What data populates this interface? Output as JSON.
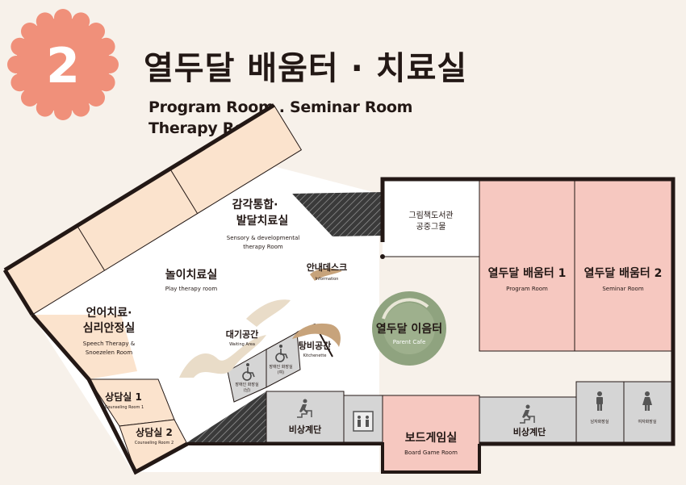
{
  "header": {
    "floor_number": "2",
    "title": "열두달 배움터 · 치료실",
    "subtitle_line1": "Program Room . Seminar Room",
    "subtitle_line2": "Therapy Room"
  },
  "rooms": {
    "sensory_kr_1": "감각통합·",
    "sensory_kr_2": "발달치료실",
    "sensory_en_1": "Sensory & developmental",
    "sensory_en_2": "therapy Room",
    "play_kr": "놀이치료실",
    "play_en": "Play therapy room",
    "speech_kr_1": "언어치료·",
    "speech_kr_2": "심리안정실",
    "speech_en_1": "Speech Therapy &",
    "speech_en_2": "Snoezelen Room",
    "counsel1_kr": "상담실 1",
    "counsel1_en": "Counseling Room 1",
    "counsel2_kr": "상담실 2",
    "counsel2_en": "Counseling Room 2",
    "info_kr": "안내데스크",
    "info_en": "Information",
    "waiting_kr": "대기공간",
    "waiting_en": "Waiting Area",
    "kitchen_kr": "탕비공간",
    "kitchen_en": "Kitchenette",
    "toilet_a_1": "장애인 화장실",
    "toilet_a_2": "(남)",
    "toilet_b_1": "장애인 화장실",
    "toilet_b_2": "(여)",
    "stairs_left": "비상계단",
    "stairs_right": "비상계단",
    "board_kr": "보드게임실",
    "board_en": "Board Game Room",
    "library_1": "그림책도서관",
    "library_2": "공중그물",
    "cafe_kr": "열두달 이음터",
    "cafe_en": "Parent Cafe",
    "prog1_kr": "열두달 배움터 1",
    "prog1_en": "Program Room",
    "prog2_kr": "열두달 배움터 2",
    "prog2_en": "Seminar Room",
    "men_wc": "남자화장실",
    "women_wc": "여자화장실"
  },
  "colors": {
    "badge": "#f0907a",
    "therapy_room": "#fbe3cd",
    "program_room": "#f6c8c0",
    "service_gray": "#d5d5d5",
    "cafe_green": "#8fa37f",
    "wall": "#231815"
  },
  "icons": [
    "wheelchair-icon",
    "stairs-runner-icon",
    "elevator-icon",
    "man-icon",
    "woman-icon"
  ]
}
